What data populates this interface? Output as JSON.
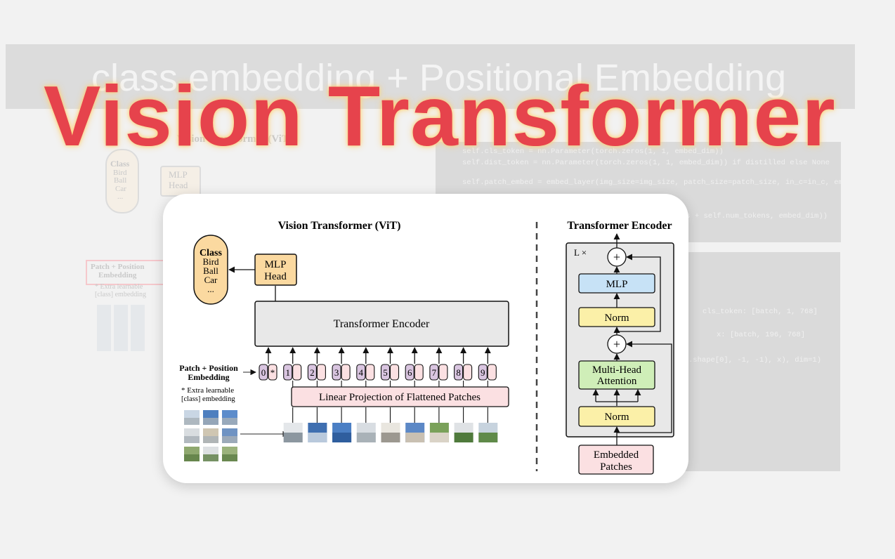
{
  "background": {
    "banner_text": "class embedding  +  Positional Embedding",
    "code_lines": [
      "self.cls_token = nn.Parameter(torch.zeros(1, 1, embed_dim))",
      "self.dist_token = nn.Parameter(torch.zeros(1, 1, embed_dim)) if distilled else None",
      "self.patch_embed = embed_layer(img_size=img_size, patch_size=patch_size, in_c=in_c, embed",
      "es + self.num_tokens, embed_dim))"
    ],
    "code_lines_2": [
      "cls_token: [batch, 1, 768]",
      "x: [batch, 196, 768]",
      ".shape[0], -1, -1), x), dim=1)"
    ],
    "ghost": {
      "title": "Vision Transformer (ViT)",
      "class": "Class",
      "items": [
        "Bird",
        "Ball",
        "Car",
        "..."
      ],
      "mlp": [
        "MLP",
        "Head"
      ],
      "patch_embedding": [
        "Patch + Position",
        "Embedding"
      ],
      "extra": [
        "* Extra learnable",
        "[class] embedding"
      ]
    }
  },
  "headline": "Vision Transformer",
  "diagram": {
    "vit_title": "Vision Transformer (ViT)",
    "class_box": {
      "title": "Class",
      "items": [
        "Bird",
        "Ball",
        "Car",
        "..."
      ]
    },
    "mlp_head": [
      "MLP",
      "Head"
    ],
    "encoder_label": "Transformer Encoder",
    "patch_position_label": [
      "Patch + Position",
      "Embedding"
    ],
    "extra_note": [
      "* Extra learnable",
      "[class] embedding"
    ],
    "linear_projection": "Linear Projection of Flattened Patches",
    "tokens": [
      "0",
      "1",
      "2",
      "3",
      "4",
      "5",
      "6",
      "7",
      "8",
      "9"
    ],
    "cls_marker": "*",
    "encoder_title": "Transformer Encoder",
    "repeat_label": "L ×",
    "plus_symbol": "+",
    "mlp_label": "MLP",
    "norm_label": "Norm",
    "mha_label": [
      "Multi-Head",
      "Attention"
    ],
    "embedded_patches": [
      "Embedded",
      "Patches"
    ]
  },
  "colors": {
    "headline": "#e6434c",
    "class_fill": "#fbd9a0",
    "mlp_head_fill": "#fbd9a0",
    "encoder_fill": "#e8e8e8",
    "token_fill": "#d9c5e0",
    "position_fill": "#fbe0e2",
    "projection_fill": "#fbe0e2",
    "mlp_fill": "#c7e2f6",
    "norm_fill": "#fbf0a8",
    "mha_fill": "#cfeeb8",
    "embedded_fill": "#fbe0e2"
  }
}
